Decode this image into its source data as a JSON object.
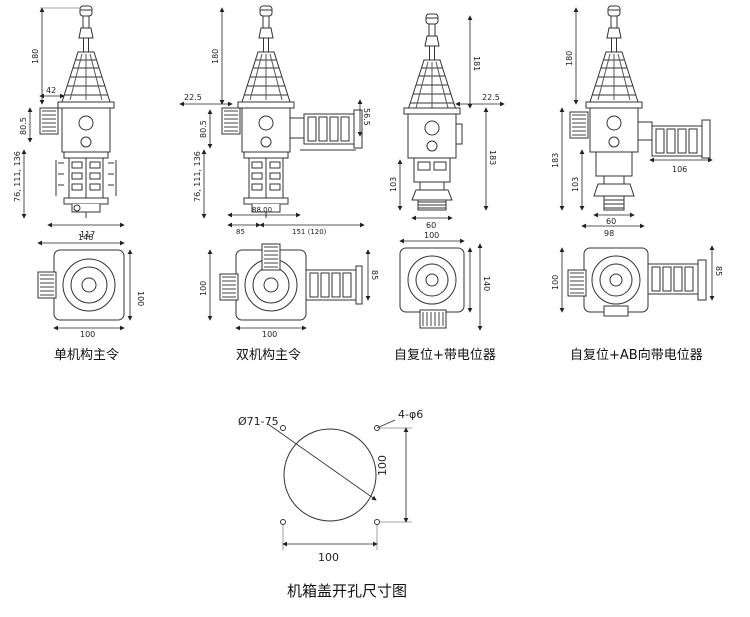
{
  "captions": {
    "single": "单机构主令",
    "double": "双机构主令",
    "selfreset_pot": "自复位+带电位器",
    "selfreset_ab_pot": "自复位+AB向带电位器",
    "panel_cutout": "机箱盖开孔尺寸图"
  },
  "dims": {
    "single": {
      "h180": "180",
      "w42": "42",
      "h80_5": "80.5",
      "d76_111_136": "76, 111, 136",
      "w117": "117",
      "w146": "146",
      "h100": "100",
      "w100": "100"
    },
    "double": {
      "h180": "180",
      "w22_5": "22.5",
      "h80_5": "80.5",
      "h56_5": "56.5",
      "d76_111_136": "76, 111, 136",
      "w88": "88.00",
      "w85": "85",
      "w151": "151 (120)",
      "h100": "100",
      "h85": "85",
      "w100": "100"
    },
    "pot": {
      "h181": "181",
      "w22_5": "22.5",
      "h183": "183",
      "h103": "103",
      "w60": "60",
      "w100": "100",
      "h140": "140"
    },
    "ab_pot": {
      "h180": "180",
      "h183": "183",
      "w106": "106",
      "h103": "103",
      "w60": "60",
      "w98": "98",
      "h100": "100",
      "h85": "85"
    },
    "cutout": {
      "circle": "Ø71-75",
      "holes": "4-φ6",
      "height": "100",
      "width": "100"
    }
  }
}
